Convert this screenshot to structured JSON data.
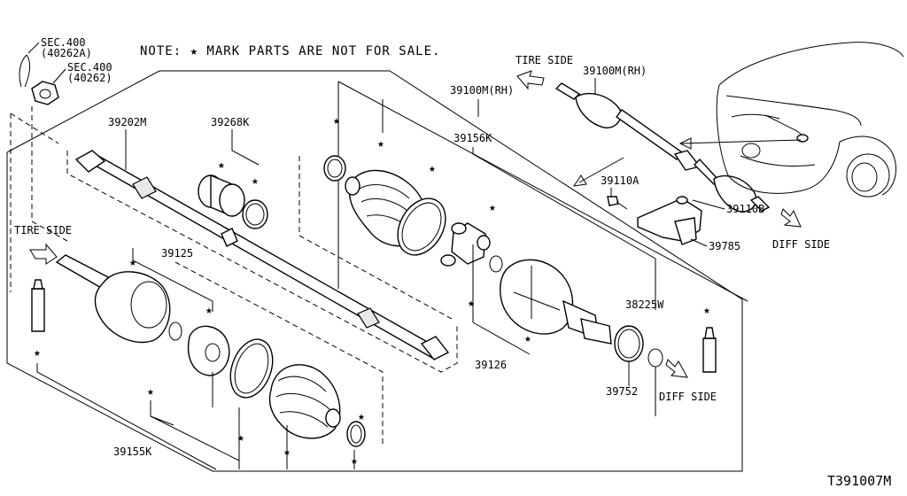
{
  "note": "NOTE: ★ MARK PARTS ARE NOT FOR SALE.",
  "diagram_code": "T391007M",
  "star_glyph": "★",
  "labels": {
    "sec400a_line1": "SEC.400",
    "sec400a_line2": "(40262A)",
    "sec400b_line1": "SEC.400",
    "sec400b_line2": "(40262)",
    "p39202m": "39202M",
    "p39268k": "39268K",
    "p39100m_top": "39100M(RH)",
    "p39100m_mid": "39100M(RH)",
    "p39156k": "39156K",
    "p39125": "39125",
    "p39126": "39126",
    "p39155k": "39155K",
    "p38225w": "38225W",
    "p39752": "39752",
    "p39110a": "39110A",
    "p39110b": "39110B",
    "p39785": "39785"
  },
  "directions": {
    "tire_side_top": "TIRE SIDE",
    "tire_side_left": "TIRE SIDE",
    "diff_side_right": "DIFF SIDE",
    "diff_side_bottom": "DIFF SIDE"
  }
}
